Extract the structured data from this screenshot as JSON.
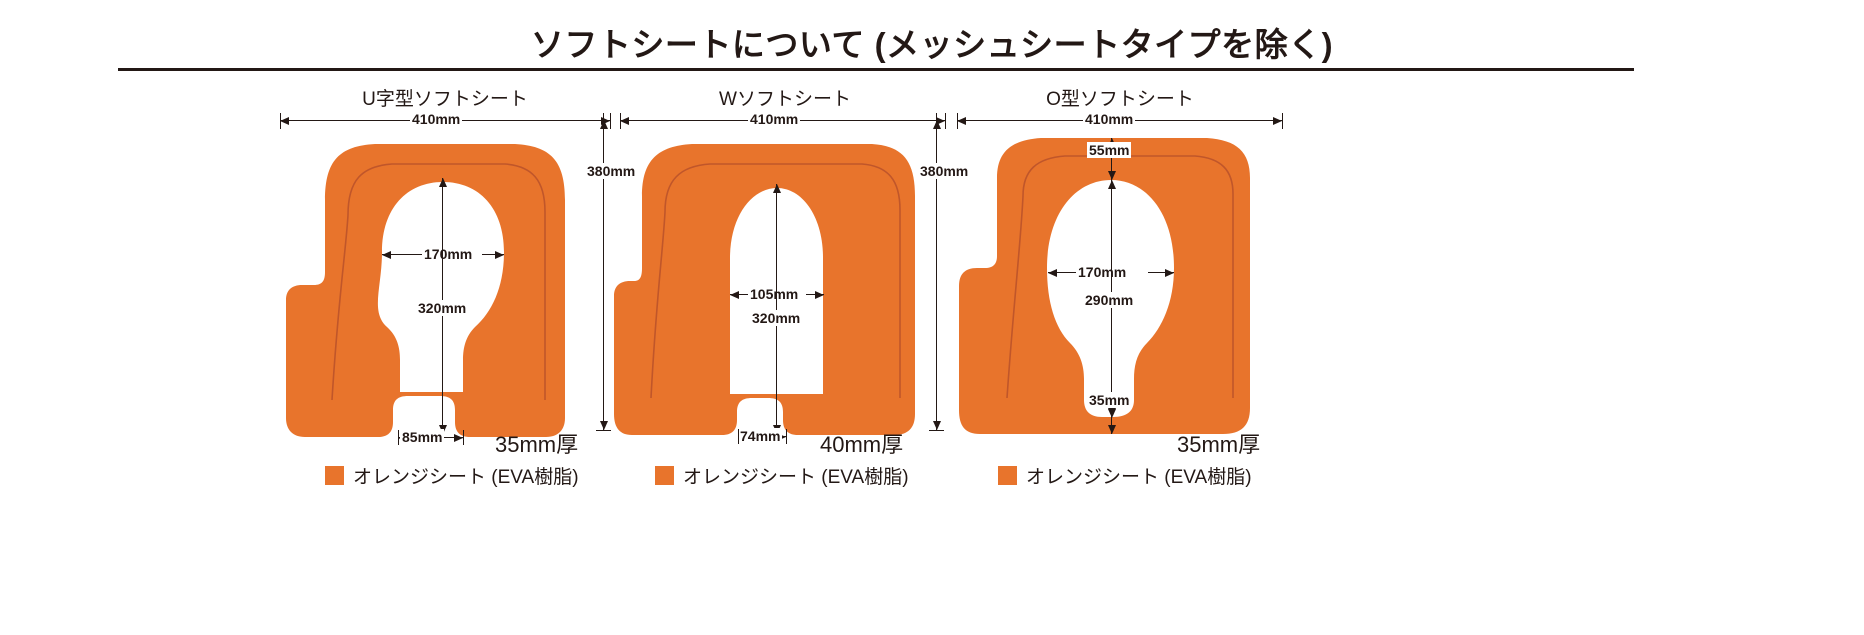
{
  "title": "ソフトシートについて (メッシュシートタイプを除く)",
  "legend_color": "#E8742C",
  "legend_label": "オレンジシート (EVA樹脂)",
  "panels": [
    {
      "id": "u-type",
      "name": "U字型ソフトシート",
      "outer_width": "410mm",
      "outer_height": "380mm",
      "inner_width": "170mm",
      "inner_height": "320mm",
      "bottom_gap": "85mm",
      "thickness": "35mm厚",
      "legend_label": "オレンジシート (EVA樹脂)"
    },
    {
      "id": "w-type",
      "name": "Wソフトシート",
      "outer_width": "410mm",
      "outer_height": "380mm",
      "inner_width": "105mm",
      "inner_height": "320mm",
      "bottom_gap": "74mm",
      "thickness": "40mm厚",
      "legend_label": "オレンジシート (EVA樹脂)"
    },
    {
      "id": "o-type",
      "name": "O型ソフトシート",
      "outer_width": "410mm",
      "top_offset": "55mm",
      "inner_width": "170mm",
      "inner_height": "290mm",
      "bottom_offset": "35mm",
      "thickness": "35mm厚",
      "legend_label": "オレンジシート (EVA樹脂)"
    }
  ]
}
